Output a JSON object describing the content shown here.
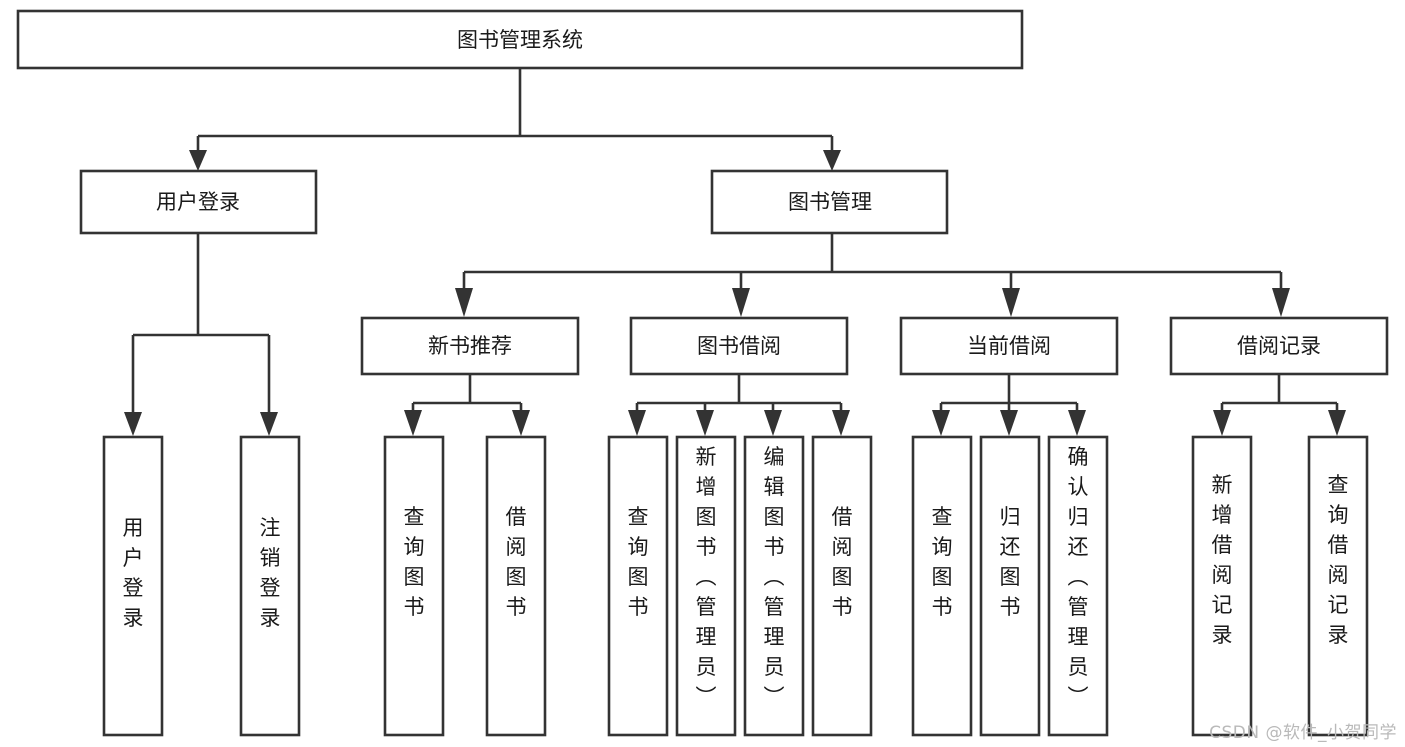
{
  "diagram": {
    "title": "图书管理系统",
    "watermark": "CSDN @软件_小贺同学",
    "type": "hierarchy-tree",
    "colors": {
      "box_stroke": "#333333",
      "box_fill": "#ffffff",
      "text": "#1a1a1a",
      "background": "#ffffff",
      "watermark": "#b9b9b9"
    },
    "root": {
      "label": "图书管理系统",
      "level": 0
    },
    "level2": [
      {
        "label": "用户登录"
      },
      {
        "label": "图书管理"
      }
    ],
    "level3": [
      {
        "label": "新书推荐"
      },
      {
        "label": "图书借阅"
      },
      {
        "label": "当前借阅"
      },
      {
        "label": "借阅记录"
      }
    ],
    "leaves": {
      "user_login": [
        {
          "label": "用户登录"
        },
        {
          "label": "注销登录"
        }
      ],
      "new_book_recommend": [
        {
          "label": "查询图书"
        },
        {
          "label": "借阅图书"
        }
      ],
      "book_borrow": [
        {
          "label": "查询图书"
        },
        {
          "label": "新增图书（管理员）"
        },
        {
          "label": "编辑图书（管理员）"
        },
        {
          "label": "借阅图书"
        }
      ],
      "current_borrow": [
        {
          "label": "查询图书"
        },
        {
          "label": "归还图书"
        },
        {
          "label": "确认归还（管理员）"
        }
      ],
      "borrow_record": [
        {
          "label": "新增借阅记录"
        },
        {
          "label": "查询借阅记录"
        }
      ]
    }
  }
}
